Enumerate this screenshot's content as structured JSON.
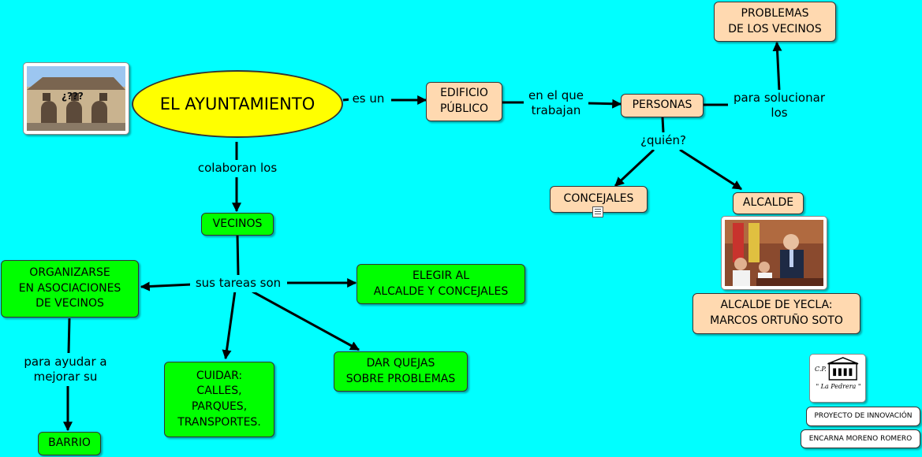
{
  "title": "EL AYUNTAMIENTO",
  "photo_caption": "¿???",
  "nodes": {
    "edificio": "EDIFICIO\nPÚBLICO",
    "personas": "PERSONAS",
    "problemas": "PROBLEMAS\nDE LOS VECINOS",
    "concejales": "CONCEJALES",
    "alcalde": "ALCALDE",
    "alcalde_yecla": "ALCALDE DE YECLA:\nMARCOS ORTUÑO SOTO",
    "vecinos": "VECINOS",
    "organizarse": "ORGANIZARSE\nEN ASOCIACIONES\nDE VECINOS",
    "elegir": "ELEGIR AL\nALCALDE Y CONCEJALES",
    "cuidar": "CUIDAR:\nCALLES,\nPARQUES,\nTRANSPORTES.",
    "quejas": "DAR QUEJAS\nSOBRE PROBLEMAS",
    "barrio": "BARRIO"
  },
  "links": {
    "es_un": "es un",
    "en_el_que": "en el que\ntrabajan",
    "para_solucionar": "para solucionar\nlos",
    "quien": "¿quién?",
    "colaboran": "colaboran los",
    "tareas": "sus tareas son",
    "para_ayudar": "para ayudar a\nmejorar su"
  },
  "logo_text": "\" La Pedrera \"",
  "logo_initials": "C.P.",
  "credits": {
    "project": "PROYECTO DE INNOVACIÓN",
    "author": "ENCARNA MORENO ROMERO"
  },
  "colors": {
    "background": "#00FFFF",
    "main_concept": "#FFFF00",
    "peach_nodes": "#FFD9B0",
    "green_nodes": "#00FF00"
  }
}
